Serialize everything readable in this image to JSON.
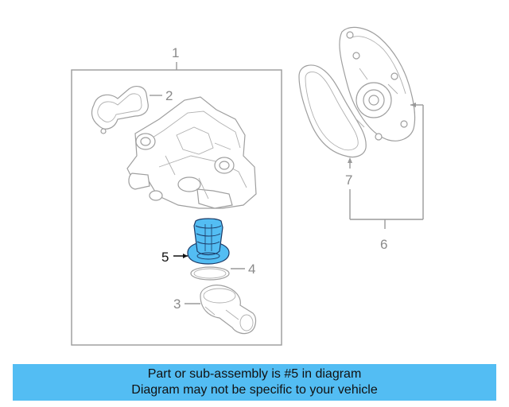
{
  "callouts": {
    "c1": "1",
    "c2": "2",
    "c3": "3",
    "c4": "4",
    "c5": "5",
    "c6": "6",
    "c7": "7"
  },
  "banner": {
    "line1": "Part or sub-assembly is #5 in diagram",
    "line2": "Diagram may not be specific to your vehicle"
  },
  "colors": {
    "highlight_part": "#53bdf3",
    "banner_bg": "#53bdf3",
    "line_gray": "#9a9a9a"
  }
}
